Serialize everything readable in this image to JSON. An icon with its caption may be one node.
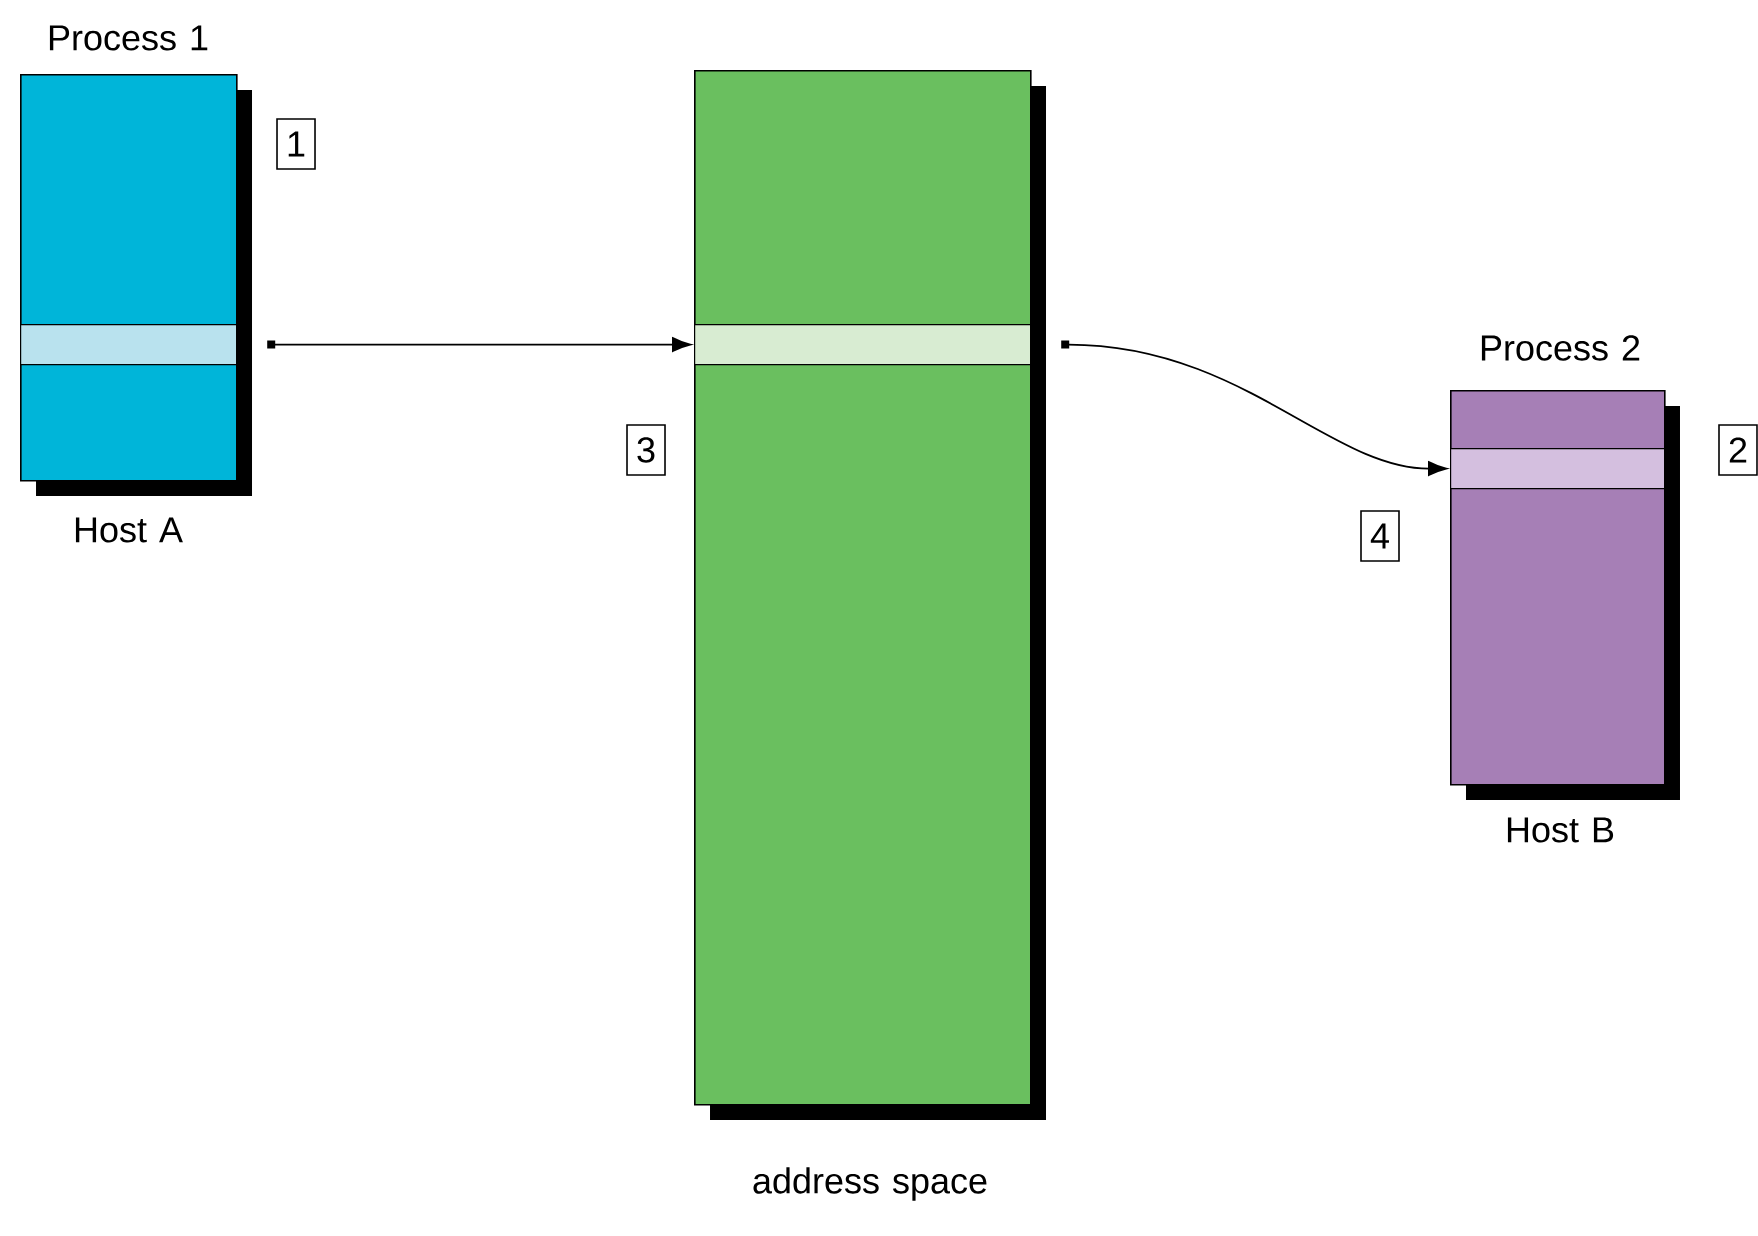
{
  "diagram": {
    "nodes": [
      {
        "text": [
          "Process 1",
          "Host A"
        ]
      },
      {
        "text": [],
        "shape": "box",
        "in": 0
      },
      {
        "text": [
          "address space"
        ]
      },
      {
        "text": [],
        "shape": "box",
        "in": 2
      },
      {
        "text": [
          "Process 2",
          "Host B"
        ]
      },
      {
        "text": [],
        "shape": "box",
        "in": 4
      }
    ],
    "edges": [
      {
        "from": 1,
        "to": 3,
        "arrow": "to"
      },
      {
        "from": 3,
        "to": 5,
        "arrow": "to"
      }
    ],
    "labels": [
      "1",
      "3",
      "2",
      "4"
    ]
  }
}
